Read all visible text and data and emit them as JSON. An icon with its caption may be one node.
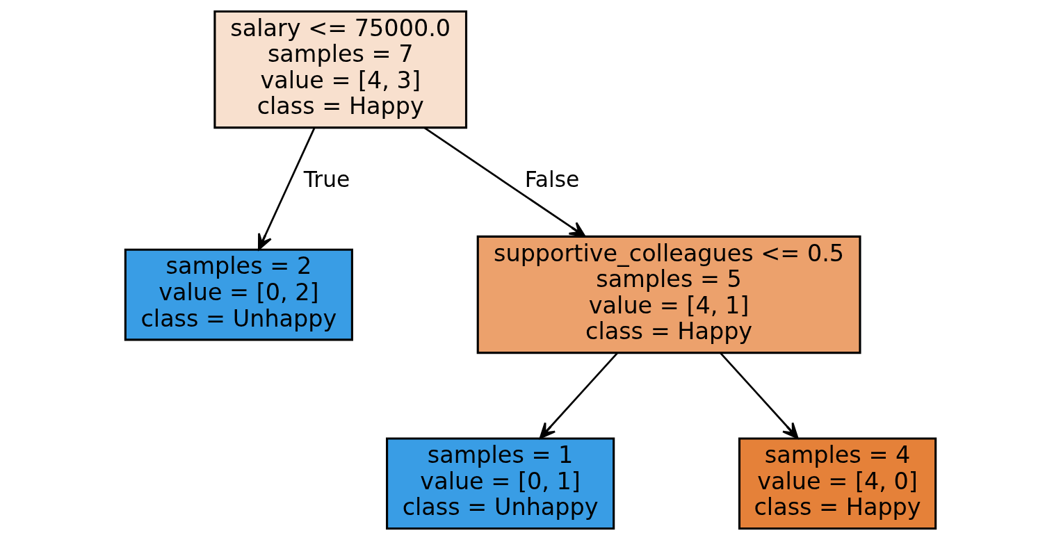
{
  "diagram": {
    "nodes": [
      {
        "text": [
          "salary <= 75000.0 samples = 7 value = [4, 3] class = Happy"
        ]
      },
      {
        "text": [
          "samples = 2 value = [0, 2] class = Unhappy"
        ]
      },
      {
        "text": [
          "supportive_colleagues <= 0.5 samples = 5 value = [4, 1] class = Happy"
        ]
      },
      {
        "text": [
          "samples = 1 value = [0, 1] class = Unhappy"
        ]
      },
      {
        "text": [
          "samples = 4 value = [4, 0] class = Happy"
        ]
      }
    ],
    "edges": [
      {
        "from": 0,
        "to": 1,
        "arrow": "to",
        "label": "True"
      },
      {
        "from": 0,
        "to": 2,
        "arrow": "to",
        "label": "False"
      },
      {
        "from": 2,
        "to": 3,
        "arrow": "to"
      },
      {
        "from": 2,
        "to": 4,
        "arrow": "to"
      }
    ]
  }
}
